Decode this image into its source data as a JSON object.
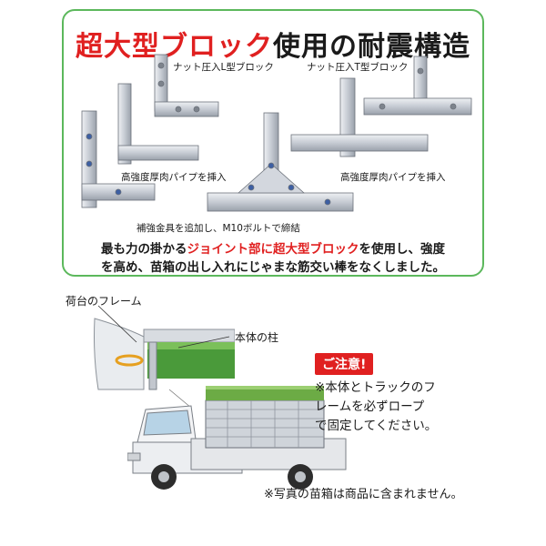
{
  "title": {
    "red": "超大型ブロック",
    "black": "使用の耐震構造"
  },
  "labels": {
    "nut_l_block": "ナット圧入L型ブロック",
    "nut_t_block": "ナット圧入T型ブロック",
    "pipe_left": "高強度厚肉パイプを挿入",
    "pipe_right": "高強度厚肉パイプを挿入",
    "reinforce": "補強金具を追加し、M10ボルトで締結"
  },
  "body": {
    "line1_a": "最も力の掛かる",
    "line1_red": "ジョイント部に超大型ブロック",
    "line1_b": "を使用し、強度",
    "line2": "を高め、苗箱の出し入れにじゃまな筋交い棒をなくしました。"
  },
  "lower": {
    "frame_label": "荷台のフレーム",
    "pillar_label": "本体の柱",
    "notice_title": "ご注意!",
    "notice_text_1": "※本体とトラックのフ",
    "notice_text_2": "レームを必ずロープ",
    "notice_text_3": "で固定してください。",
    "disclaimer": "※写真の苗箱は商品に含まれません。"
  },
  "colors": {
    "accent_red": "#e02020",
    "frame_green": "#5cb85c",
    "metal": "#c9ced6"
  }
}
